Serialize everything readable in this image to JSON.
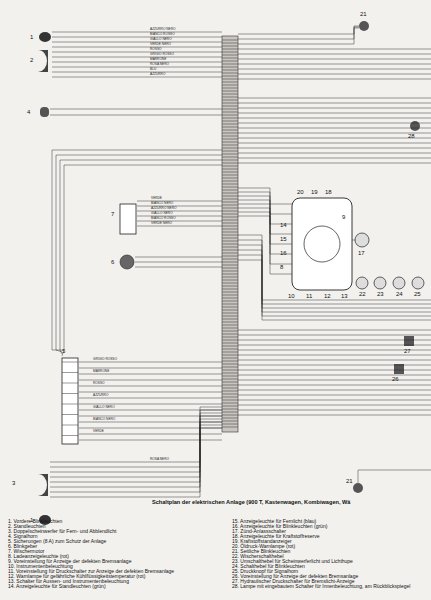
{
  "diagram": {
    "title": "Schaltplan der elektrischen Anlage (900 T, Kastenwagen, Kombiwagen, Wä",
    "labels": [
      "1",
      "2",
      "4",
      "7",
      "6",
      "5",
      "3",
      "1",
      "21",
      "20",
      "19",
      "18",
      "17",
      "9",
      "14",
      "15",
      "16",
      "8",
      "10",
      "11",
      "12",
      "13",
      "22",
      "23",
      "24",
      "25",
      "26",
      "27",
      "28",
      "21",
      "AZZURRO NERO",
      "BIANCO ROSSO",
      "GIALLO NERO",
      "VERDE NERO",
      "ROSSO",
      "GRIGIO ROSSO",
      "MARRONE",
      "ROSA NERO",
      "BLU",
      "AZZURRO",
      "VERDE",
      "BIANCO NERO",
      "AZZURRO NERO",
      "GIALLO NERO",
      "BIANCO ROSSO",
      "VERDE NERO",
      "GRIGIO ROSSO",
      "MARRONE",
      "ROSSO",
      "AZZURRO",
      "GIALLO NERO",
      "BIANCO NERO",
      "VERDE",
      "ROSA NERO",
      "1. Vordere Blinkleuchten",
      "2. Standleuchten",
      "3. Doppelscheinwerfer für Fern- und Abblendlicht",
      "4. Signalhorn",
      "5. Sicherungen (8 A) zum Schutz der Anlage",
      "6. Blinkgeber",
      "7. Wischermotor",
      "8. Ladeanzeigeleuchte (rot)",
      "9. Voreinstellung für Anzeige der defekten Bremsanlage",
      "10. Instrumentenbeleuchtung",
      "11. Voreinstellung für Druckschalter zur Anzeige der defekten Bremsanlage",
      "12. Warnlampe für gefährliche Kühlflüssigkeitstemperatur (rot)",
      "13. Schalter für Aussen- und Instrumentenbeleuchtung",
      "14. Anzeigeleuchte für Standleuchten (grün)",
      "15. Anzeigeleuchte für Fernlicht (blau)",
      "16. Anzeigeleuchte für Blinkleuchten (grün)",
      "17. Zünd-Anlassschalter",
      "18. Anzeigeleuchte für Kraftstoffreserve",
      "19. Kraftstoffstandanzeiger",
      "20. Öldruck-Warnlampe (rot)",
      "21. Seitliche Blinkleuchten",
      "22. Wischerschalthebel",
      "23. Umschalthebel für Scheinwerferlicht und Lichthupe",
      "24. Schalthebel für Blinkleuchten",
      "25. Druckknopf für Signalhorn",
      "26. Voreinstellung für Anzeige der defekten Bremsanlage",
      "27. Hydraulischer Druckschalter für Bremslicht-Anzeige",
      "28. Lampe mit eingebautem Schalter für Innenbeleuchtung, am Rückblickspiegel"
    ]
  }
}
